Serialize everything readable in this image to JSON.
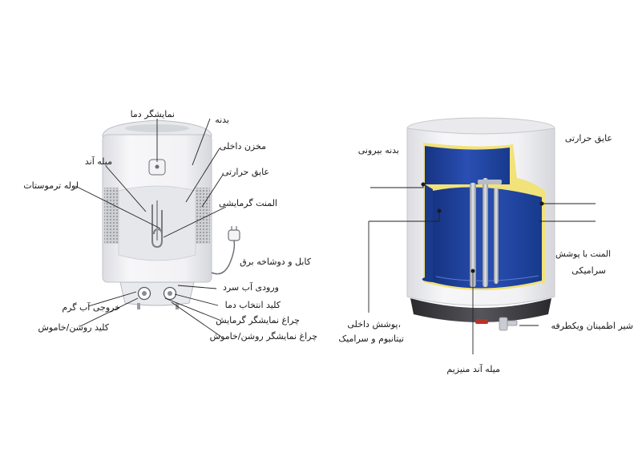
{
  "left_diagram": {
    "labels": {
      "temp_display": "نمایشگر دما",
      "body": "بدنه",
      "anode_rod": "میله آند",
      "inner_tank": "مخزن داخلی",
      "thermostat_tube": "لوله ترموستات",
      "insulation": "عایق حرارتی",
      "heating_element": "المنت گرمایشی",
      "cable_plug": "کابل و دوشاخه برق",
      "cold_water_inlet": "ورودی آب سرد",
      "hot_water_outlet": "خروجی آب گرم",
      "temp_selector": "کلید انتخاب دما",
      "power_switch": "کلید روشن/خاموش",
      "heating_lamp": "چراغ نمایشگر گرمایش",
      "power_lamp": "چراغ نمایشگر روشن/خاموش"
    }
  },
  "right_diagram": {
    "labels": {
      "outer_body": "بدنه بیرونی",
      "insulation": "عایق حرارتی",
      "ceramic_element_line1": "المنت با پوشش",
      "ceramic_element_line2": "سرامیکی",
      "inner_coating_line1": "پوشش داخلی،",
      "inner_coating_line2": "تیتانیوم و سرامیک",
      "safety_valve": "شیر اطمینان  ویکطرفه",
      "magnesium_anode": "میله آند منیزیم"
    }
  },
  "colors": {
    "tank_blue": "#1f3f9a",
    "insulation_yellow": "#f2e27a",
    "body_white": "#f4f4f6",
    "bottom_cap": "#3a3a3e"
  }
}
